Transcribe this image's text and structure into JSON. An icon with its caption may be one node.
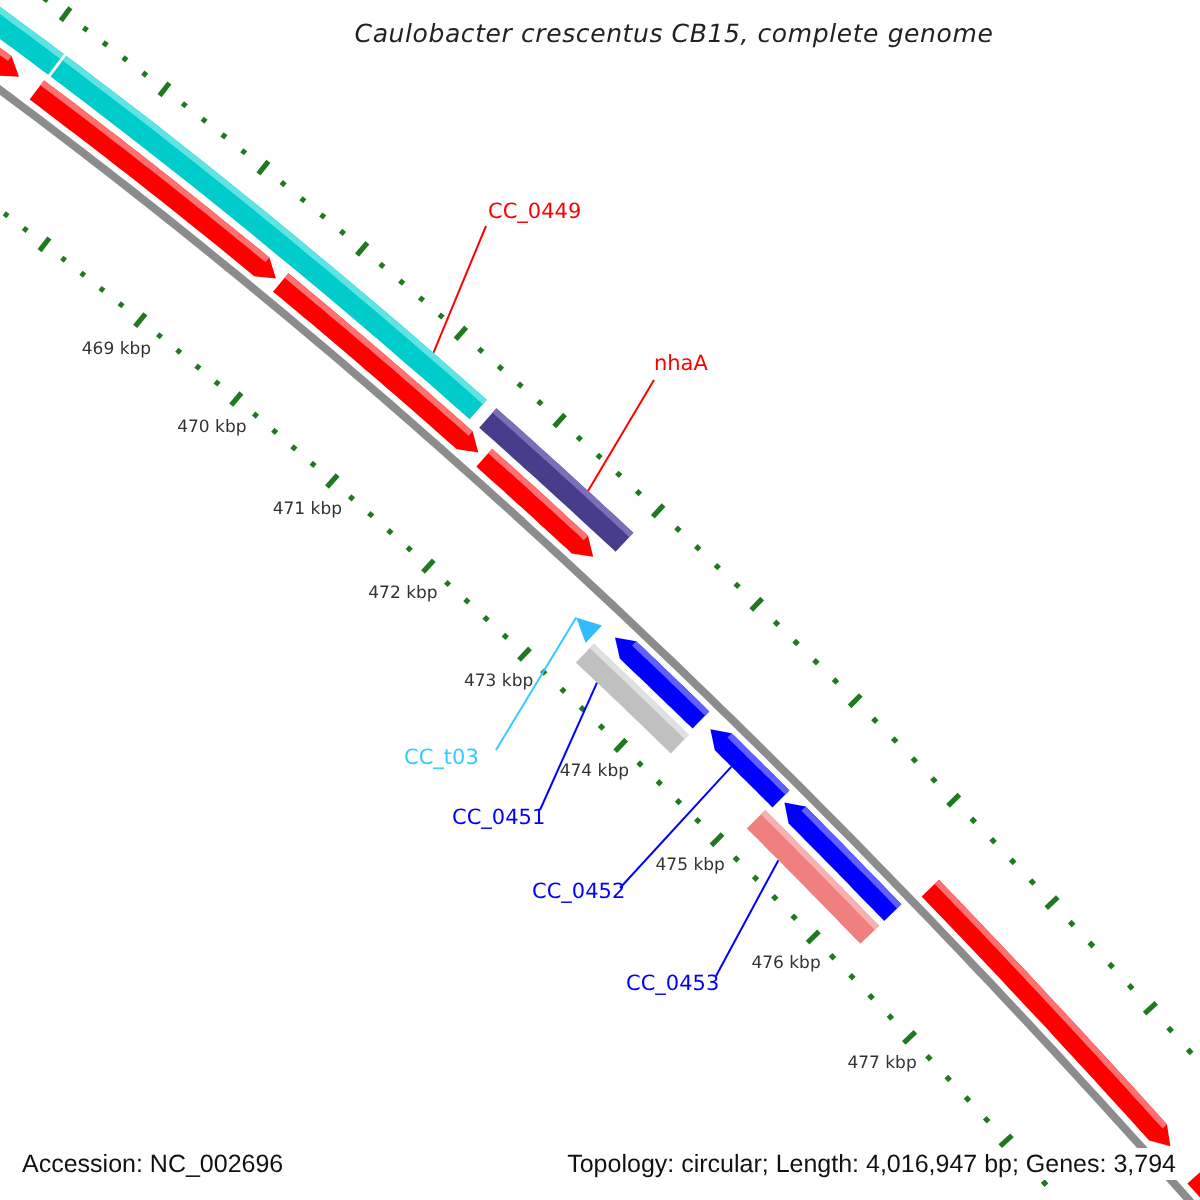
{
  "diagram": {
    "title": "Caulobacter crescentus CB15, complete genome",
    "nodes": [
      {
        "text": [
          "CC_0449"
        ]
      },
      {
        "text": [],
        "shape": "bar"
      },
      {
        "text": [
          "nhaA"
        ]
      },
      {
        "text": [],
        "shape": "bar"
      },
      {
        "text": [
          "CC_t03"
        ]
      },
      {
        "text": [],
        "shape": "triangle"
      },
      {
        "text": [
          "CC_0451"
        ]
      },
      {
        "text": [],
        "shape": "bar"
      },
      {
        "text": [
          "CC_0452"
        ]
      },
      {
        "text": [],
        "shape": "bar"
      },
      {
        "text": [
          "CC_0453"
        ]
      },
      {
        "text": [],
        "shape": "bar"
      },
      {
        "text": [],
        "shape": "bar"
      },
      {
        "text": [],
        "shape": "bar"
      },
      {
        "text": [],
        "shape": "bar"
      },
      {
        "text": [],
        "shape": "bar"
      },
      {
        "text": [],
        "shape": "bar"
      },
      {
        "text": [],
        "shape": "bar"
      },
      {
        "text": [],
        "shape": "bar"
      },
      {
        "text": [],
        "shape": "bar"
      },
      {
        "text": [],
        "shape": "bar"
      }
    ],
    "edges": [
      {
        "from": 0,
        "to": 1,
        "arrow": "none",
        "color": "#ff0000"
      },
      {
        "from": 2,
        "to": 3,
        "arrow": "none",
        "color": "#ff0000"
      },
      {
        "from": 4,
        "to": 5,
        "arrow": "none",
        "color": "#33ccff"
      },
      {
        "from": 6,
        "to": 7,
        "arrow": "none"
      },
      {
        "from": 8,
        "to": 9,
        "arrow": "none"
      },
      {
        "from": 10,
        "to": 11,
        "arrow": "none"
      }
    ],
    "labels": [
      "469 kbp",
      "470 kbp",
      "471 kbp",
      "472 kbp",
      "473 kbp",
      "474 kbp",
      "475 kbp",
      "476 kbp",
      "477 kbp",
      "Accession: NC_002696",
      "Topology: circular; Length: 4,016,947 bp; Genes: 3,794"
    ]
  }
}
